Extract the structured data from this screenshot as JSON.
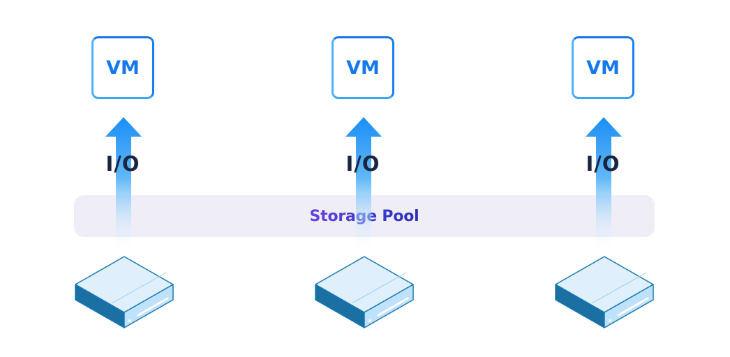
{
  "pool": {
    "label": "Storage Pool"
  },
  "columns": [
    {
      "vm_label": "VM",
      "io_label": "I/O"
    },
    {
      "vm_label": "VM",
      "io_label": "I/O"
    },
    {
      "vm_label": "VM",
      "io_label": "I/O"
    }
  ],
  "colors": {
    "vm_border": "#1e88f0",
    "vm_text": "#1478ee",
    "arrow_top": "#1a8ef5",
    "io_text": "#1b2540",
    "pool_bg": "#efeef7",
    "pool_text_start": "#6a3fe0",
    "pool_text_end": "#2a2fb8",
    "server_top": "#dff0fc",
    "server_side": "#1a6fa3"
  }
}
